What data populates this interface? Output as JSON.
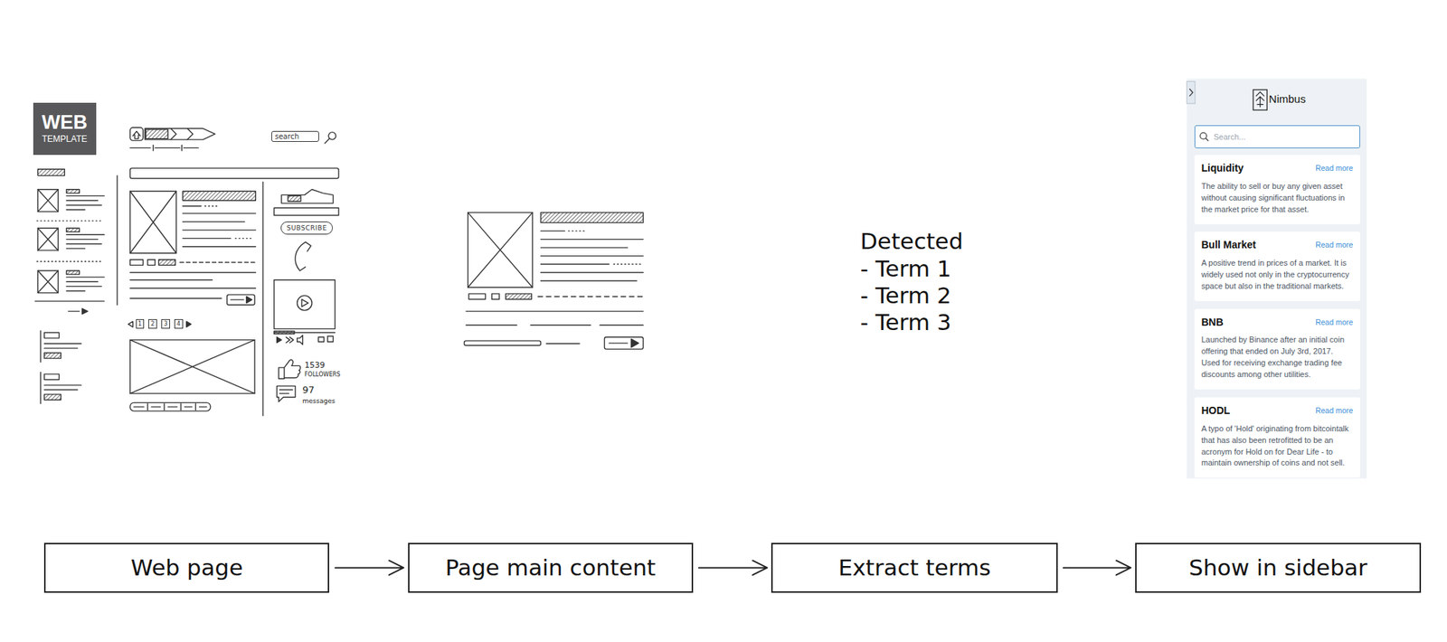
{
  "diagram": {
    "nodes": [
      {
        "text": [
          "WEB",
          "TEMPLATE"
        ]
      },
      {
        "text": [
          "search"
        ]
      },
      {
        "text": [
          "SUBSCRIBE"
        ]
      },
      {
        "text": [
          "1"
        ]
      },
      {
        "text": [
          "2"
        ]
      },
      {
        "text": [
          "3"
        ]
      },
      {
        "text": [
          "4"
        ]
      },
      {
        "text": [
          "Nimbus"
        ]
      },
      {
        "text": [
          "Search..."
        ],
        "in": 7
      },
      {
        "text": [
          "Liquidity",
          "Read more",
          "The ability to sell or buy any given asset without causing significant fluctuations in the market price for that asset."
        ],
        "in": 7
      },
      {
        "text": [
          "Bull Market",
          "Read more",
          "A positive trend in prices of a market. It is widely used not only in the cryptocurrency space but also in the traditional markets."
        ],
        "in": 7
      },
      {
        "text": [
          "BNB",
          "Read more",
          "Launched by Binance after an initial coin offering that ended on July 3rd, 2017. Used for receiving exchange trading fee discounts among other utilities."
        ],
        "in": 7
      },
      {
        "text": [
          "HODL",
          "Read more",
          "A typo of 'Hold' originating from bitcointalk that has also been retrofitted to be an acronym for Hold on for Dear Life - to maintain ownership of coins and not sell."
        ],
        "in": 7
      },
      {
        "text": [
          "Web page"
        ]
      },
      {
        "text": [
          "Page main content"
        ]
      },
      {
        "text": [
          "Extract terms"
        ]
      },
      {
        "text": [
          "Show in sidebar"
        ]
      }
    ],
    "edges": [
      {
        "from": 13,
        "to": 14,
        "arrow": "to"
      },
      {
        "from": 14,
        "to": 15,
        "arrow": "to"
      },
      {
        "from": 15,
        "to": 16,
        "arrow": "to"
      }
    ],
    "labels": [
      "1539",
      "FOLLOWERS",
      "97",
      "messages",
      "Detected",
      "- Term 1",
      "- Term 2",
      "- Term 3"
    ]
  }
}
